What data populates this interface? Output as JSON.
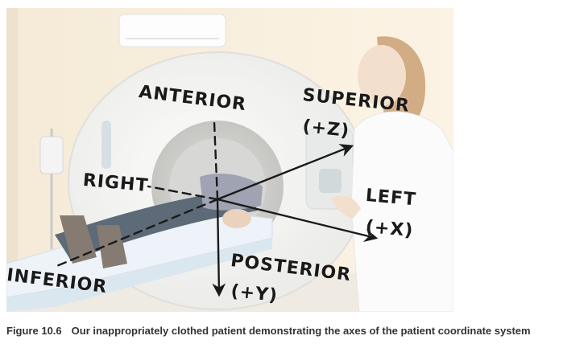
{
  "figure": {
    "axis_labels": {
      "anterior": "ANTERIOR",
      "superior": "SUPERIOR",
      "superior_sign": "(+Z)",
      "right": "RIGHT",
      "left": "LEFT",
      "left_sign": "(+X)",
      "posterior": "POSTERIOR",
      "posterior_sign": "(+Y)",
      "inferior": "INFERIOR"
    }
  },
  "caption": {
    "label": "Figure 10.6",
    "text": "Our inappropriately clothed patient demonstrating the axes of the patient coordinate system"
  },
  "colors": {
    "axis_ink": "#1a1a1a",
    "wall": "#f6ead6",
    "scanner": "#f3f3f1",
    "caption": "#333333"
  }
}
